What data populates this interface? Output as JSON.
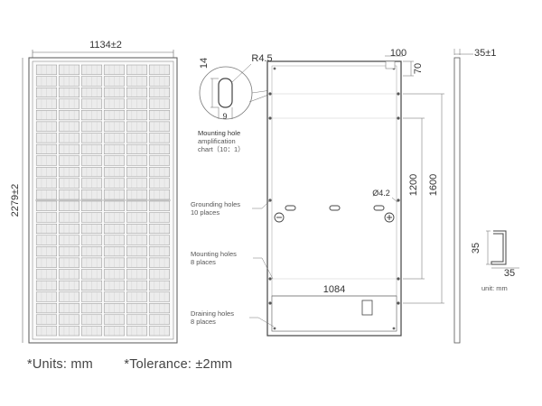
{
  "front_view": {
    "width_dim": "1134±2",
    "height_dim": "2279±2"
  },
  "detail": {
    "dim_14": "14",
    "dim_r45": "R4.5",
    "dim_9": "9",
    "label_line1": "Mounting hole",
    "label_line2": "amplification",
    "label_line3": "chart（10：1）"
  },
  "back_view": {
    "dim_100": "100",
    "dim_70": "70",
    "dim_1200": "1200",
    "dim_1600": "1600",
    "dim_phi": "Ø4.2",
    "dim_1084": "1084",
    "callouts": [
      {
        "line1": "Grounding holes",
        "line2": "10 places"
      },
      {
        "line1": "Mounting holes",
        "line2": "8 places"
      },
      {
        "line1": "Draining holes",
        "line2": "8 places"
      }
    ]
  },
  "side_view": {
    "thickness_dim": "35±1",
    "profile_h": "35",
    "profile_w": "35",
    "unit_note": "unit: mm"
  },
  "footer": {
    "units": "*Units: mm",
    "tolerance": "*Tolerance: ±2mm"
  }
}
